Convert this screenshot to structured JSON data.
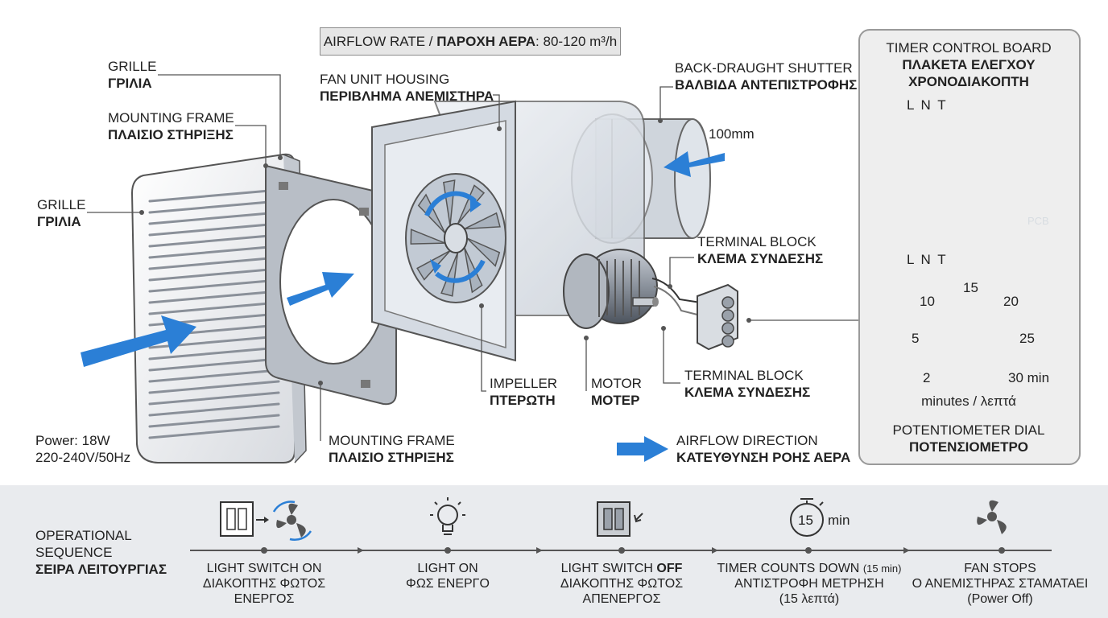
{
  "banner": {
    "prefix": "AIRFLOW RATE / ",
    "bold": "ΠΑΡΟΧΗ ΑΕΡΑ",
    "suffix": ": 80-120 m³/h"
  },
  "labels": {
    "grille_top": {
      "en": "GRILLE",
      "gr": "ΓΡΙΛΙΑ"
    },
    "mounting_frame_top": {
      "en": "MOUNTING FRAME",
      "gr": "ΠΛΑΙΣΙΟ ΣΤΗΡΙΞΗΣ"
    },
    "grille_left": {
      "en": "GRILLE",
      "gr": "ΓΡΙΛΙΑ"
    },
    "fan_housing": {
      "en": "FAN UNIT HOUSING",
      "gr": "ΠΕΡΙΒΛΗΜΑ ΑΝΕΜΙΣΤΗΡΑ"
    },
    "shutter": {
      "en": "BACK-DRAUGHT SHUTTER",
      "gr": "ΒΑΛΒΙΔΑ ΑΝΤΕΠΙΣΤΡΟΦΗΣ"
    },
    "duct_size": "100mm",
    "terminal_top": {
      "en": "TERMINAL BLOCK",
      "gr": "ΚΛΕΜΑ ΣΥΝΔΕΣΗΣ"
    },
    "terminal_bottom": {
      "en": "TERMINAL BLOCK",
      "gr": "ΚΛΕΜΑ ΣΥΝΔΕΣΗΣ"
    },
    "impeller": {
      "en": "IMPELLER",
      "gr": "ΠΤΕΡΩΤΗ"
    },
    "motor": {
      "en": "MOTOR",
      "gr": "ΜΟΤΕΡ"
    },
    "mounting_frame_bottom": {
      "en": "MOUNTING FRAME",
      "gr": "ΠΛΑΙΣΙΟ ΣΤΗΡΙΞΗΣ"
    },
    "power": {
      "line1": "Power: 18W",
      "line2": "220-240V/50Hz"
    },
    "airflow_direction": {
      "en": "AIRFLOW DIRECTION",
      "gr": "ΚΑΤΕΥΘΥΝΣΗ ΡΟΗΣ ΑΕΡΑ"
    }
  },
  "timer": {
    "title_en": "TIMER CONTROL BOARD",
    "title_gr1": "ΠΛΑΚΕΤΑ ΕΛΕΓΧΟΥ",
    "title_gr2": "ΧΡΟΝΟΔΙΑΚΟΠΤΗ",
    "lnt_top": "L N T",
    "lnt_bottom": "L N T",
    "pcb": "PCB",
    "dial_numbers": {
      "n2": "2",
      "n5": "5",
      "n10": "10",
      "n15": "15",
      "n20": "20",
      "n25": "25",
      "n30": "30 min"
    },
    "units": "minutes / λεπτά",
    "pot_en": "POTENTIOMETER DIAL",
    "pot_gr": "ΠΟΤΕΝΣΙΟΜΕΤΡΟ"
  },
  "sequence": {
    "title_en1": "OPERATIONAL",
    "title_en2": "SEQUENCE",
    "title_gr": "ΣΕΙΡΑ ΛΕΙΤΟΥΡΓΙΑΣ",
    "timer_icon_number": "15",
    "timer_icon_unit": "min",
    "steps": [
      {
        "line1": "LIGHT SWITCH ON",
        "line2": "ΔΙΑΚΟΠΤΗΣ ΦΩΤΟΣ",
        "line3": "ΕΝΕΡΓΟΣ"
      },
      {
        "line1": "LIGHT ON",
        "line2": "ΦΩΣ ΕΝΕΡΓΟ",
        "line3": ""
      },
      {
        "line1a": "LIGHT SWITCH ",
        "line1b": "OFF",
        "line2": "ΔΙΑΚΟΠΤΗΣ ΦΩΤΟΣ",
        "line3": "ΑΠΕΝΕΡΓΟΣ"
      },
      {
        "line1a": "TIMER COUNTS DOWN ",
        "line1b": "(15 min)",
        "line2": "ΑΝΤΙΣΤΡΟΦΗ ΜΕΤΡΗΣΗ",
        "line3": "(15 λεπτά)"
      },
      {
        "line1": "FAN STOPS",
        "line2": "Ο ΑΝΕΜΙΣΤΗΡΑΣ ΣΤΑΜΑΤΑΕΙ",
        "line3": "(Power Off)"
      }
    ]
  },
  "colors": {
    "arrow_blue": "#2b7fd6",
    "panel_bg": "#eeeeee",
    "band_bg": "#e9ebee",
    "pcb_green": "#4c5560"
  }
}
